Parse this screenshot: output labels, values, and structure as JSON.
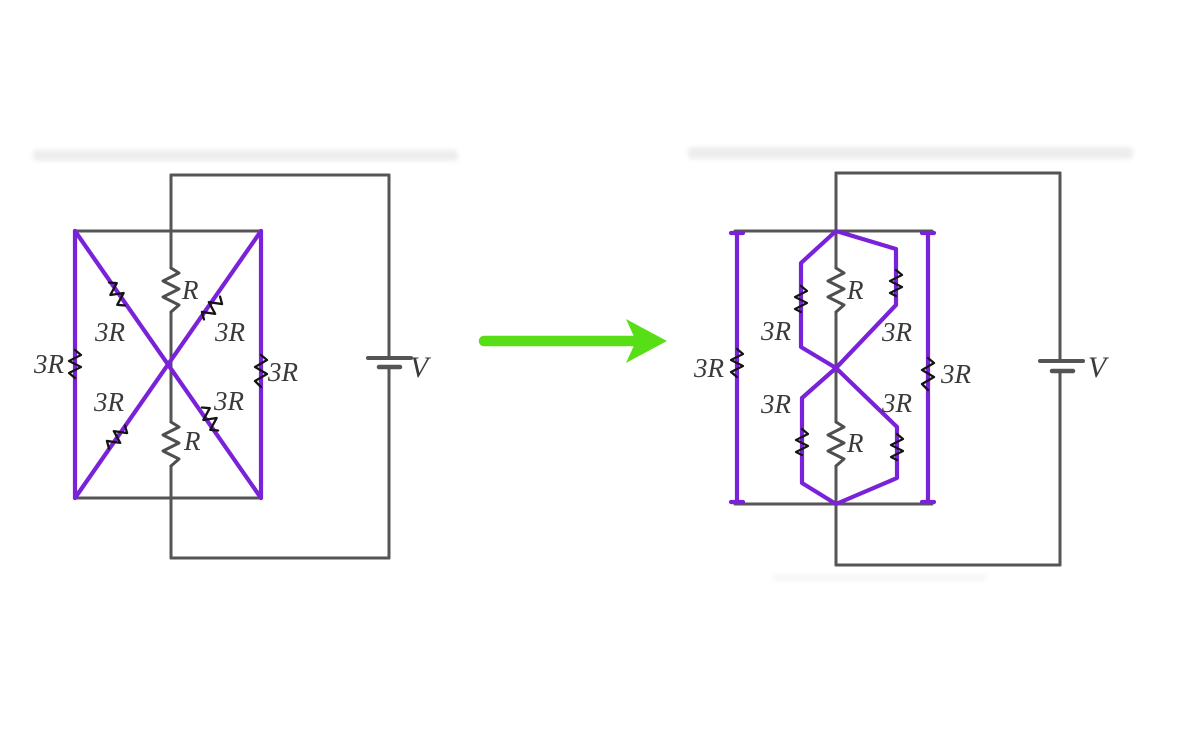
{
  "colors": {
    "wire_gray": "#555555",
    "highlight_purple": "#7a22d9",
    "arrow_green": "#58de17",
    "label_color": "#3a3a3a",
    "background": "#ffffff"
  },
  "left_circuit": {
    "battery_label": "V",
    "resistors": {
      "center_top": "R",
      "center_bottom": "R",
      "left_edge": "3R",
      "right_edge": "3R",
      "diag_top_left": "3R",
      "diag_top_right": "3R",
      "diag_bottom_left": "3R",
      "diag_bottom_right": "3R"
    }
  },
  "right_circuit": {
    "battery_label": "V",
    "resistors": {
      "center_top": "R",
      "center_bottom": "R",
      "left_edge": "3R",
      "right_edge": "3R",
      "branch_top_left": "3R",
      "branch_top_right": "3R",
      "branch_bottom_left": "3R",
      "branch_bottom_right": "3R"
    }
  }
}
